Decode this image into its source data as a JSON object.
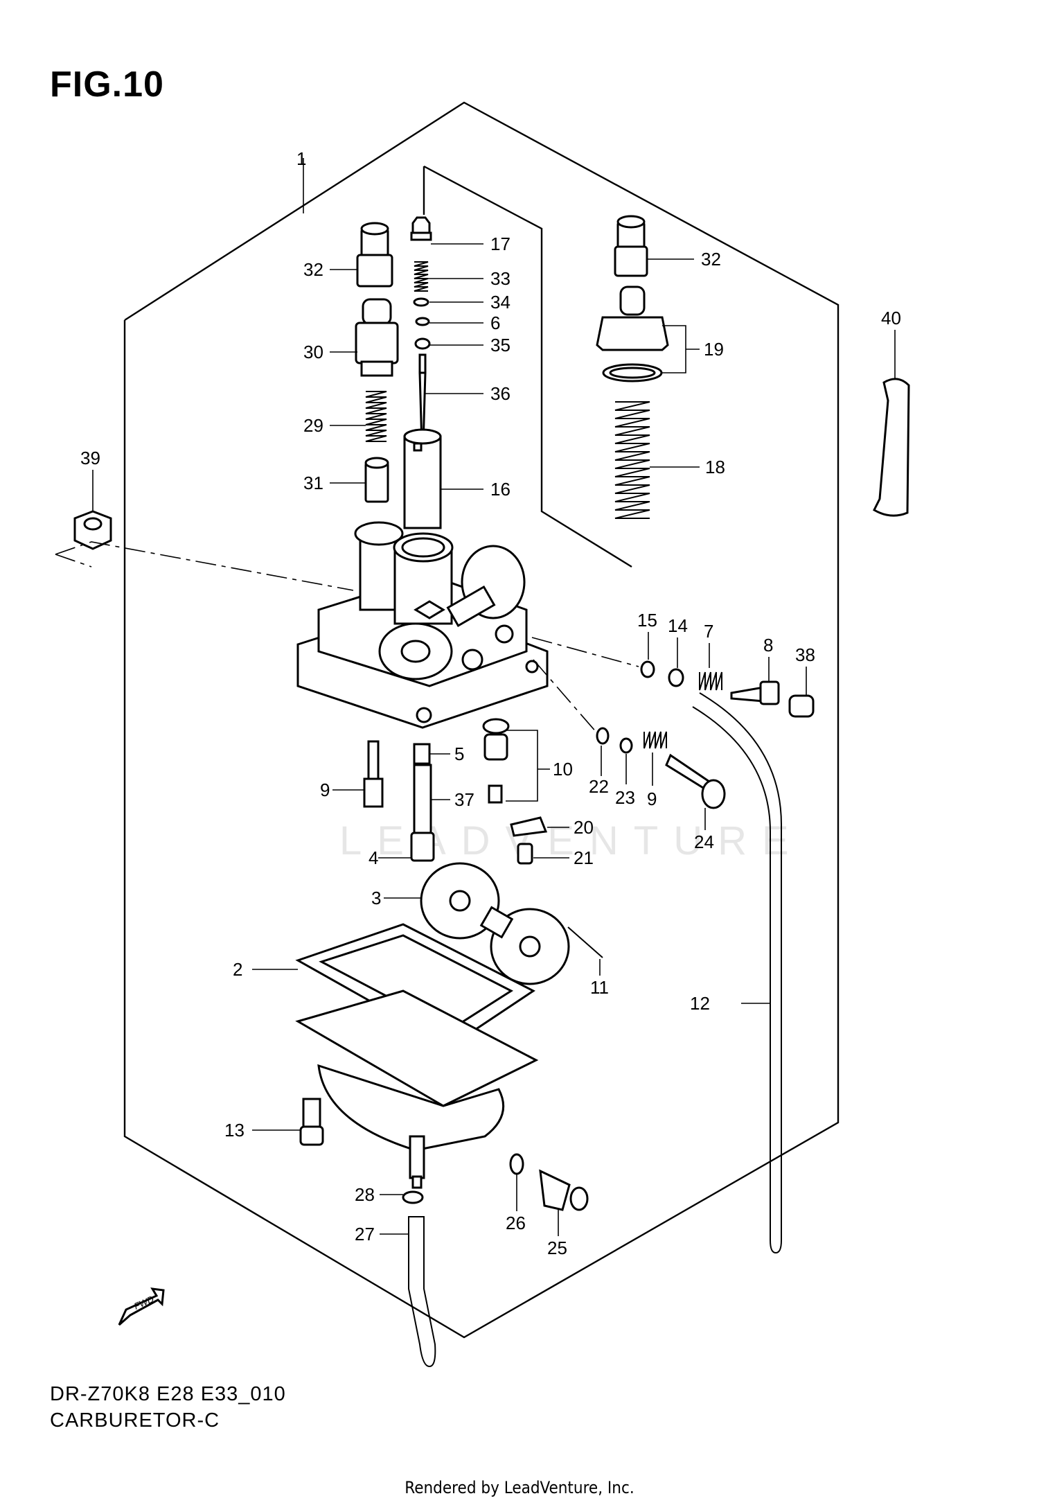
{
  "figure": {
    "title": "FIG.10",
    "model_code": "DR-Z70K8 E28 E33_010",
    "subtitle": "CARBURETOR-C",
    "watermark": "LEADVENTURE",
    "footer": "Rendered by LeadVenture, Inc.",
    "fwd_arrow": "FWD"
  },
  "callouts": {
    "c1": "1",
    "c2": "2",
    "c3": "3",
    "c4": "4",
    "c5": "5",
    "c6": "6",
    "c7": "7",
    "c8": "8",
    "c9a": "9",
    "c9b": "9",
    "c10": "10",
    "c11": "11",
    "c12": "12",
    "c13": "13",
    "c14": "14",
    "c15": "15",
    "c16": "16",
    "c17": "17",
    "c18": "18",
    "c19": "19",
    "c20": "20",
    "c21": "21",
    "c22": "22",
    "c23": "23",
    "c24": "24",
    "c25": "25",
    "c26": "26",
    "c27": "27",
    "c28": "28",
    "c29": "29",
    "c30": "30",
    "c31": "31",
    "c32a": "32",
    "c32b": "32",
    "c33": "33",
    "c34": "34",
    "c35": "35",
    "c36": "36",
    "c37": "37",
    "c38": "38",
    "c39": "39",
    "c40": "40"
  }
}
